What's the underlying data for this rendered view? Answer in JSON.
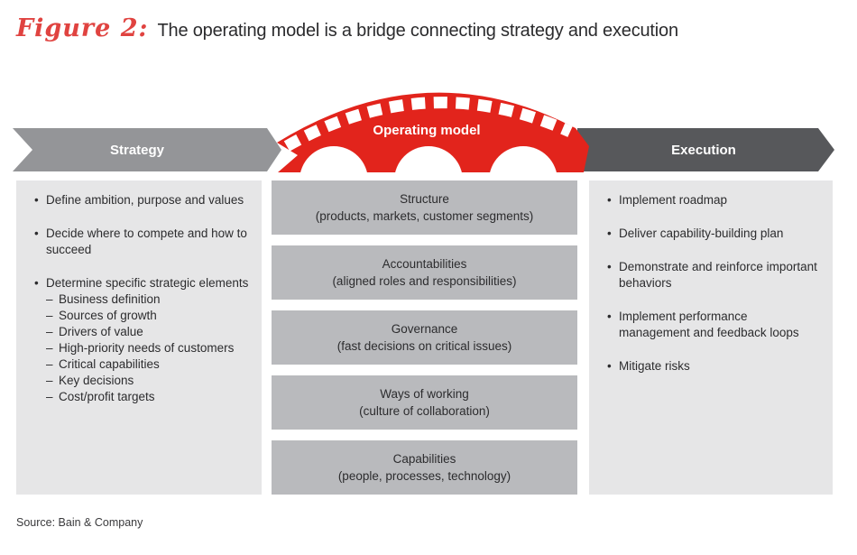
{
  "figure": {
    "label": "Figure 2:",
    "title": "The operating model is a bridge connecting strategy and execution"
  },
  "bridge_diagram": {
    "strategy_label": "Strategy",
    "operating_model_label": "Operating model",
    "execution_label": "Execution"
  },
  "strategy_panel": {
    "items": [
      {
        "text": "Define ambition, purpose and values"
      },
      {
        "text": "Decide where to compete and how to succeed"
      },
      {
        "text": "Determine specific strategic elements"
      }
    ],
    "sub_items": [
      "Business definition",
      "Sources of growth",
      "Drivers of value",
      "High-priority needs of customers",
      "Critical capabilities",
      "Key decisions",
      "Cost/profit targets"
    ]
  },
  "operating_model_panel": {
    "boxes": [
      {
        "title": "Structure",
        "subtitle": "(products, markets, customer segments)"
      },
      {
        "title": "Accountabilities",
        "subtitle": "(aligned roles and responsibilities)"
      },
      {
        "title": "Governance",
        "subtitle": "(fast decisions on critical issues)"
      },
      {
        "title": "Ways of working",
        "subtitle": "(culture of collaboration)"
      },
      {
        "title": "Capabilities",
        "subtitle": "(people, processes, technology)"
      }
    ]
  },
  "execution_panel": {
    "items": [
      "Implement roadmap",
      "Deliver capability-building plan",
      "Demonstrate and reinforce important behaviors",
      "Implement performance management and feedback loops",
      "Mitigate risks"
    ]
  },
  "source": "Source: Bain & Company",
  "colors": {
    "bridge_red": "#e2241c",
    "title_red": "#e04340",
    "strategy_arrow_gray": "#949598",
    "execution_arrow_gray": "#57585b",
    "panel_bg": "#e6e6e7",
    "box_bg": "#b9babd",
    "text": "#2c2c2e",
    "label_white": "#ffffff"
  }
}
